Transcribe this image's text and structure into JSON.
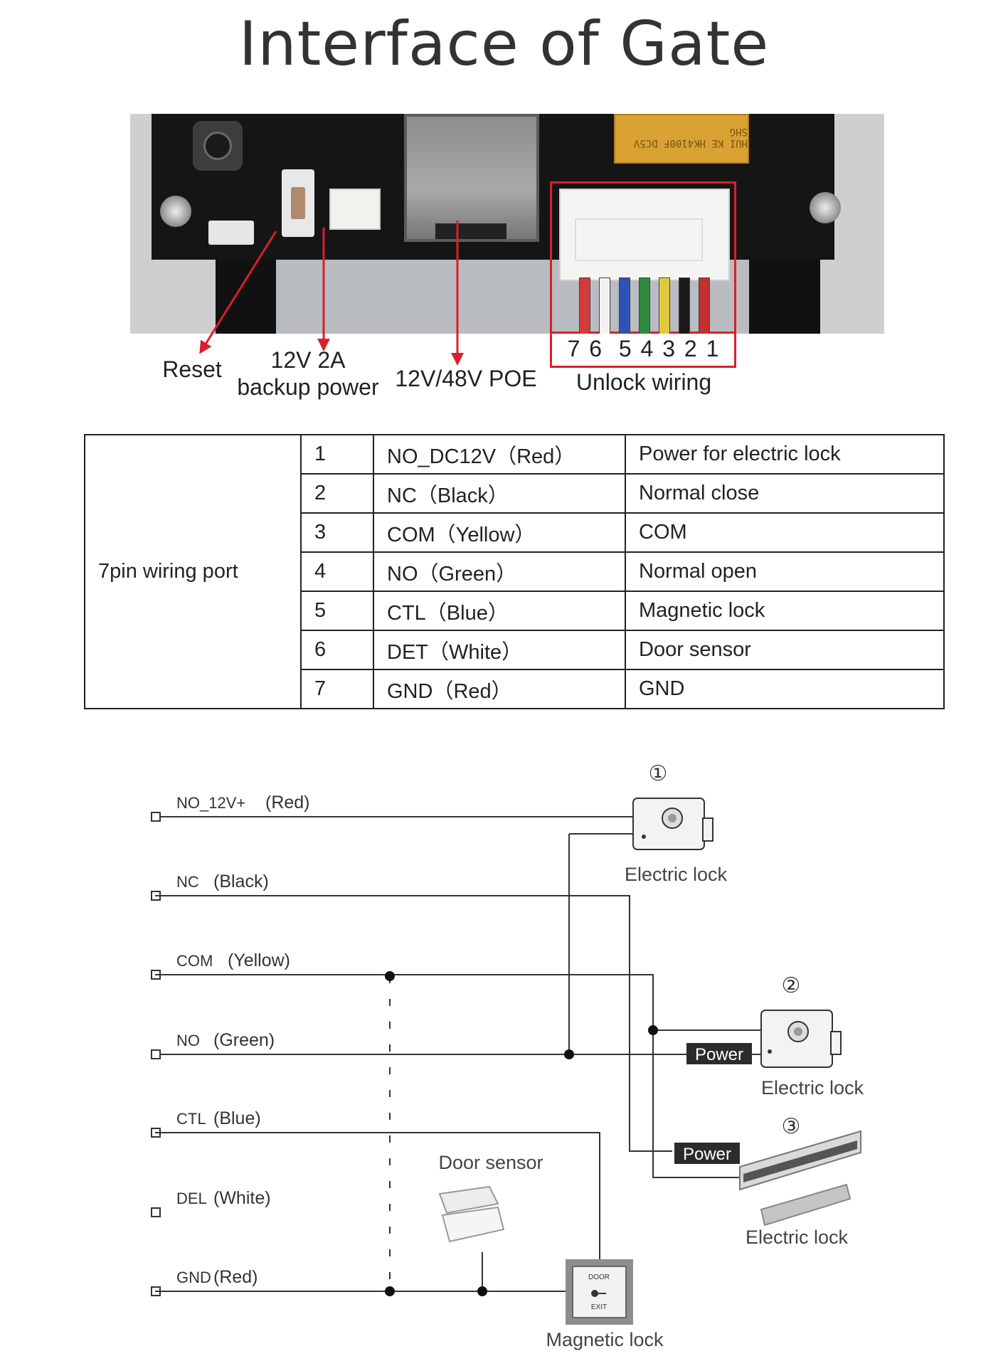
{
  "title": "Interface of Gate",
  "photo_labels": {
    "reset": "Reset",
    "backup_power_line1": "12V 2A",
    "backup_power_line2": "backup power",
    "poe": "12V/48V POE",
    "pin_numbers": "7 6  5 4 3 2 1",
    "unlock_wiring": "Unlock wiring"
  },
  "wire_colors": [
    "#d33a3a",
    "#f2f2f2",
    "#2f52b8",
    "#2e8a3c",
    "#e2c93a",
    "#1a1a1a",
    "#c23030"
  ],
  "table": {
    "port_label": "7pin wiring port",
    "rows": [
      {
        "num": "1",
        "wire": "NO_DC12V（Red）",
        "desc": "Power for electric lock"
      },
      {
        "num": "2",
        "wire": "NC（Black）",
        "desc": "Normal close"
      },
      {
        "num": "3",
        "wire": "COM（Yellow）",
        "desc": "COM"
      },
      {
        "num": "4",
        "wire": "NO（Green）",
        "desc": "Normal open"
      },
      {
        "num": "5",
        "wire": "CTL（Blue）",
        "desc": "Magnetic lock"
      },
      {
        "num": "6",
        "wire": "DET（White）",
        "desc": "Door sensor"
      },
      {
        "num": "7",
        "wire": "GND（Red）",
        "desc": "GND"
      }
    ]
  },
  "diagram": {
    "terminals": [
      {
        "code": "NO_12V+",
        "color": "(Red)"
      },
      {
        "code": "NC",
        "color": "(Black)"
      },
      {
        "code": "COM",
        "color": "(Yellow)"
      },
      {
        "code": "NO",
        "color": "(Green)"
      },
      {
        "code": "CTL",
        "color": "(Blue)"
      },
      {
        "code": "DEL",
        "color": "(White)"
      },
      {
        "code": "GND",
        "color": "(Red)"
      }
    ],
    "circle_1": "①",
    "circle_2": "②",
    "circle_3": "③",
    "electric_lock_1": "Electric lock",
    "electric_lock_2": "Electric lock",
    "electric_lock_3": "Electric lock",
    "power_1": "Power",
    "power_2": "Power",
    "door_sensor": "Door sensor",
    "magnetic_lock": "Magnetic lock",
    "exit_button_line1": "DOOR",
    "exit_button_line2": "EXIT"
  }
}
